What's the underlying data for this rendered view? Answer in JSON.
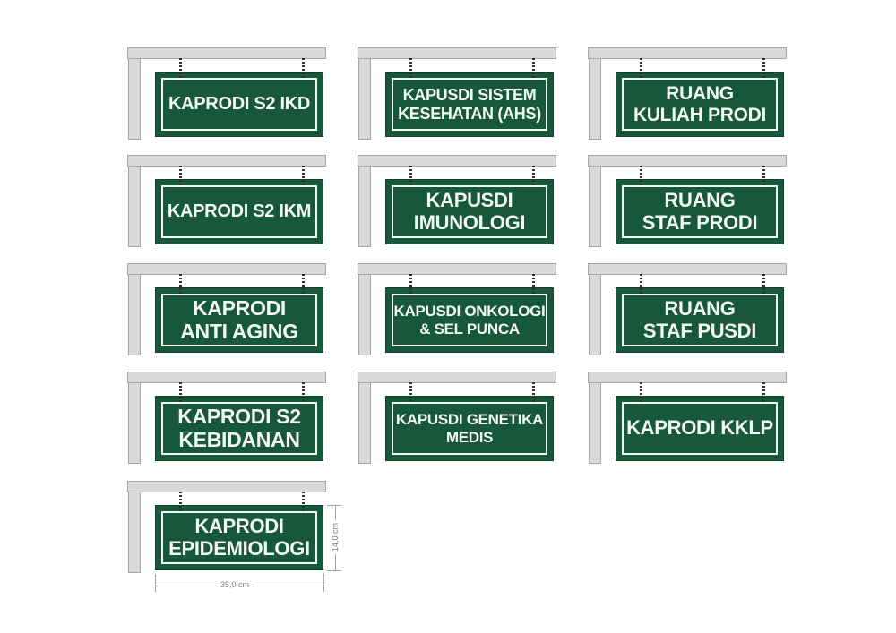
{
  "document": {
    "description": "Hanging room signage design mockup, 13 green signs on gray L-brackets with chains",
    "background": "#ffffff"
  },
  "colors": {
    "sign_green": "#17573a",
    "sign_text": "#f4f8f4",
    "sign_border": "#f4f8f4",
    "bracket_fill": "#d9d9d9",
    "bracket_stroke": "#a6a6a6",
    "chain": "#2e2e2e",
    "dimension_line": "#a3a3a3",
    "dimension_text": "#7d7d7d"
  },
  "signs": [
    {
      "id": "kaprodi-s2-ikd",
      "lines": [
        "KAPRODI S2 IKD"
      ]
    },
    {
      "id": "kapusdi-sistem-kesehatan",
      "lines": [
        "KAPUSDI SISTEM",
        "KESEHATAN (AHS)"
      ]
    },
    {
      "id": "ruang-kuliah-prodi",
      "lines": [
        "RUANG",
        "KULIAH PRODI"
      ]
    },
    {
      "id": "kaprodi-s2-ikm",
      "lines": [
        "KAPRODI S2 IKM"
      ]
    },
    {
      "id": "kapusdi-imunologi",
      "lines": [
        "KAPUSDI",
        "IMUNOLOGI"
      ]
    },
    {
      "id": "ruang-staf-prodi",
      "lines": [
        "RUANG",
        "STAF PRODI"
      ]
    },
    {
      "id": "kaprodi-anti-aging",
      "lines": [
        "KAPRODI",
        "ANTI AGING"
      ]
    },
    {
      "id": "kapusdi-onkologi-sel-punca",
      "lines": [
        "KAPUSDI ONKOLOGI",
        "& SEL PUNCA"
      ]
    },
    {
      "id": "ruang-staf-pusdi",
      "lines": [
        "RUANG",
        "STAF PUSDI"
      ]
    },
    {
      "id": "kaprodi-s2-kebidanan",
      "lines": [
        "KAPRODI S2",
        "KEBIDANAN"
      ]
    },
    {
      "id": "kapusdi-genetika-medis",
      "lines": [
        "KAPUSDI GENETIKA",
        "MEDIS"
      ]
    },
    {
      "id": "kaprodi-kklp",
      "lines": [
        "KAPRODI KKLP"
      ]
    },
    {
      "id": "kaprodi-epidemiologi",
      "lines": [
        "KAPRODI",
        "EPIDEMIOLOGI"
      ]
    }
  ],
  "dimensions": {
    "width_label": "35,0 cm",
    "height_label": "14,0 cm"
  }
}
